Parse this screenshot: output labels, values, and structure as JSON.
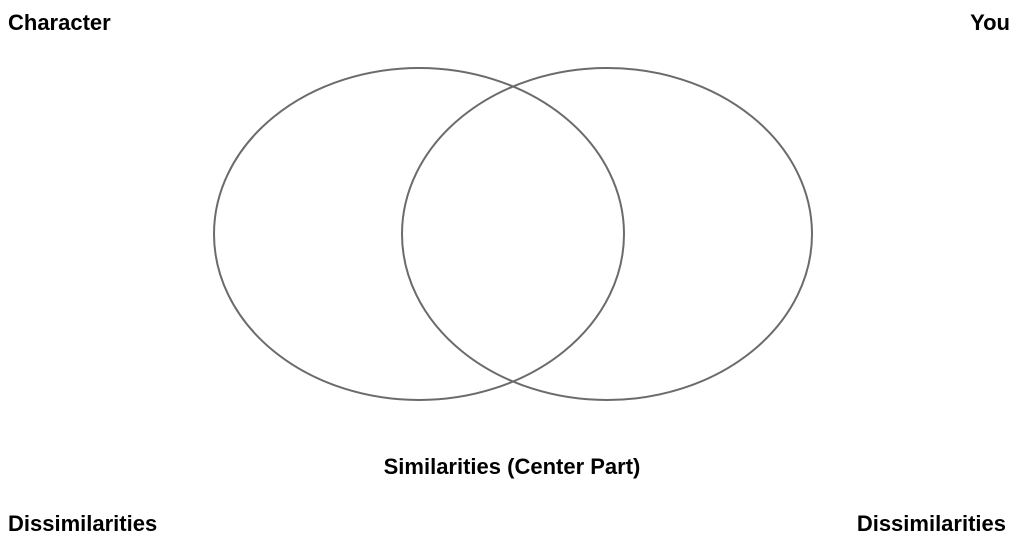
{
  "diagram": {
    "type": "venn",
    "left_set_label": "Character",
    "right_set_label": "You",
    "center_label": "Similarities (Center Part)",
    "bottom_left_label": "Dissimilarities",
    "bottom_right_label": "Dissimilarities",
    "circle_stroke_color": "#6b6b6b"
  }
}
